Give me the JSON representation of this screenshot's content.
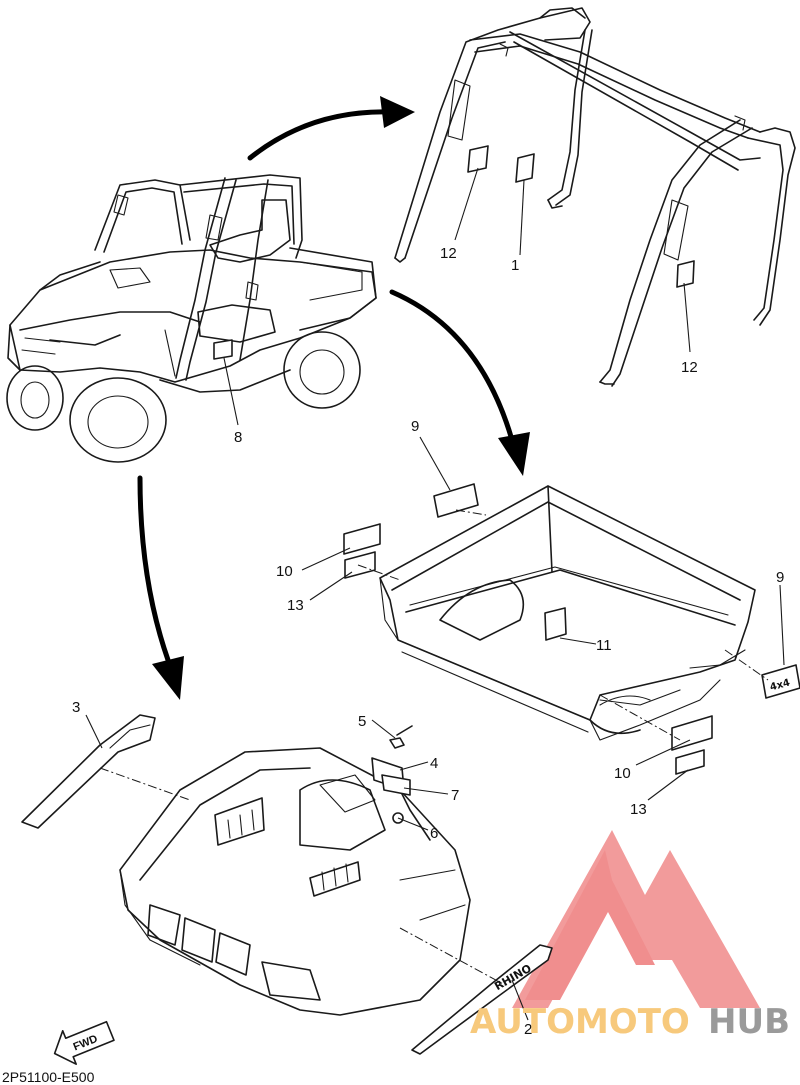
{
  "callouts": {
    "c1": "1",
    "c2": "2",
    "c3": "3",
    "c4": "4",
    "c5": "5",
    "c6": "6",
    "c7": "7",
    "c8": "8",
    "c9a": "9",
    "c9b": "9",
    "c10a": "10",
    "c10b": "10",
    "c11": "11",
    "c12a": "12",
    "c12b": "12",
    "c13a": "13",
    "c13b": "13"
  },
  "fwd_label": "FWD",
  "drawing_code": "2P51100-E500",
  "watermark": {
    "part1": "AUTOMOTO",
    "part2": "HUB",
    "color_triangle": "#f08a8a",
    "color_auto": "#f7c97c",
    "color_hub": "#9a9a9a"
  },
  "decal_texts": {
    "rhino": "RHINO",
    "fourbyfour": "4x4"
  }
}
